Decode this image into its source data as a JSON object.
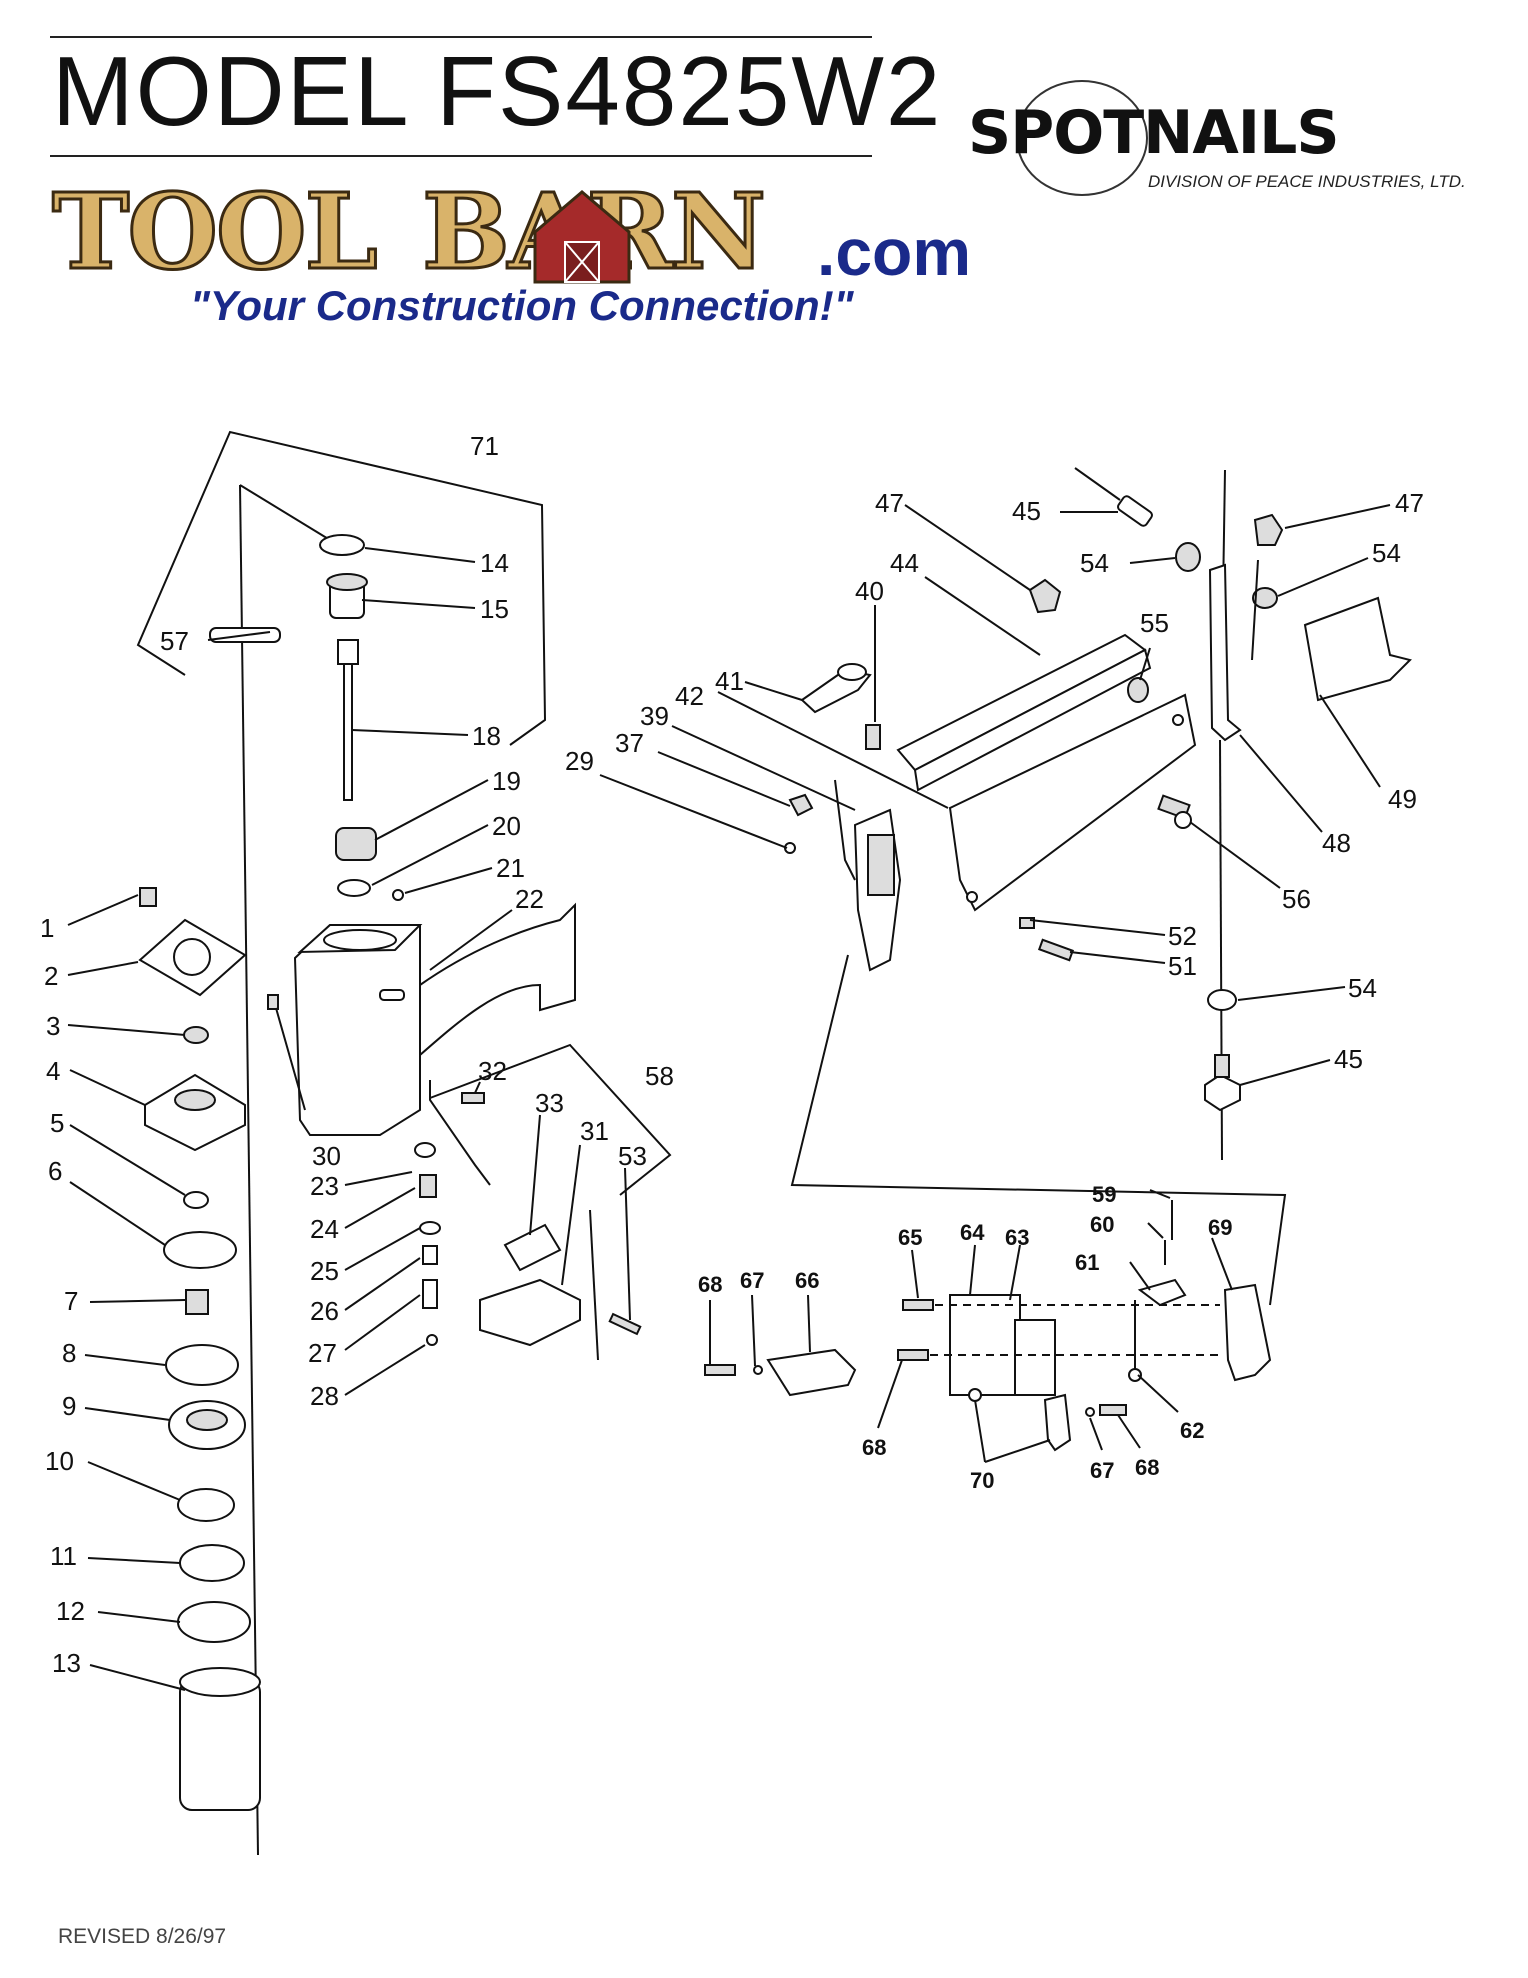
{
  "header": {
    "model_title": "MODEL FS4825W2",
    "brand_name": "SPOTNAILS",
    "brand_division": "DIVISION OF PEACE INDUSTRIES, LTD.",
    "logo_word_1": "TOOL",
    "logo_word_2": "BARN",
    "logo_suffix": ".com",
    "slogan": "\"Your Construction Connection!\""
  },
  "footer": {
    "revised": "REVISED 8/26/97"
  },
  "parts": {
    "p1": "1",
    "p2": "2",
    "p3": "3",
    "p4": "4",
    "p5": "5",
    "p6": "6",
    "p7": "7",
    "p8": "8",
    "p9": "9",
    "p10": "10",
    "p11": "11",
    "p12": "12",
    "p13": "13",
    "p14": "14",
    "p15": "15",
    "p18": "18",
    "p19": "19",
    "p20": "20",
    "p21": "21",
    "p22": "22",
    "p23": "23",
    "p24": "24",
    "p25": "25",
    "p26": "26",
    "p27": "27",
    "p28": "28",
    "p29": "29",
    "p30": "30",
    "p31": "31",
    "p32": "32",
    "p33": "33",
    "p37": "37",
    "p39": "39",
    "p40": "40",
    "p41": "41",
    "p42": "42",
    "p44": "44",
    "p45a": "45",
    "p45b": "45",
    "p47a": "47",
    "p47b": "47",
    "p48": "48",
    "p49": "49",
    "p51": "51",
    "p52": "52",
    "p53": "53",
    "p54a": "54",
    "p54b": "54",
    "p54c": "54",
    "p55": "55",
    "p56": "56",
    "p57": "57",
    "p58": "58",
    "p59": "59",
    "p60": "60",
    "p61": "61",
    "p62": "62",
    "p63": "63",
    "p64": "64",
    "p65": "65",
    "p66": "66",
    "p67a": "67",
    "p67b": "67",
    "p68a": "68",
    "p68b": "68",
    "p68c": "68",
    "p69": "69",
    "p70": "70",
    "p71": "71"
  }
}
